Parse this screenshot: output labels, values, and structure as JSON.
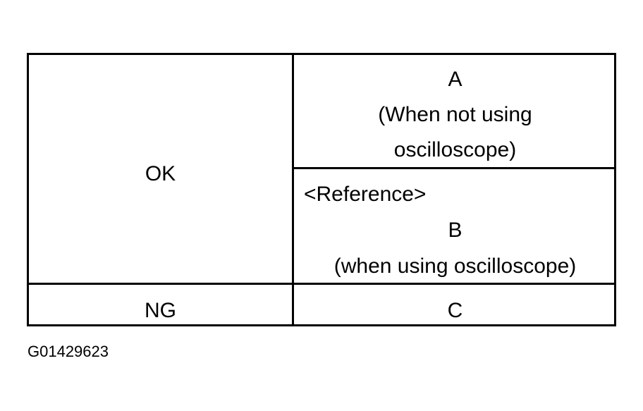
{
  "table": {
    "ok_label": "OK",
    "ng_label": "NG",
    "cell_a": {
      "letter": "A",
      "line1": "(When not using",
      "line2": "oscilloscope)"
    },
    "cell_b": {
      "reference": "<Reference>",
      "letter": "B",
      "line": "(when using oscilloscope)"
    },
    "cell_c": {
      "letter": "C"
    }
  },
  "figure_id": "G01429623"
}
